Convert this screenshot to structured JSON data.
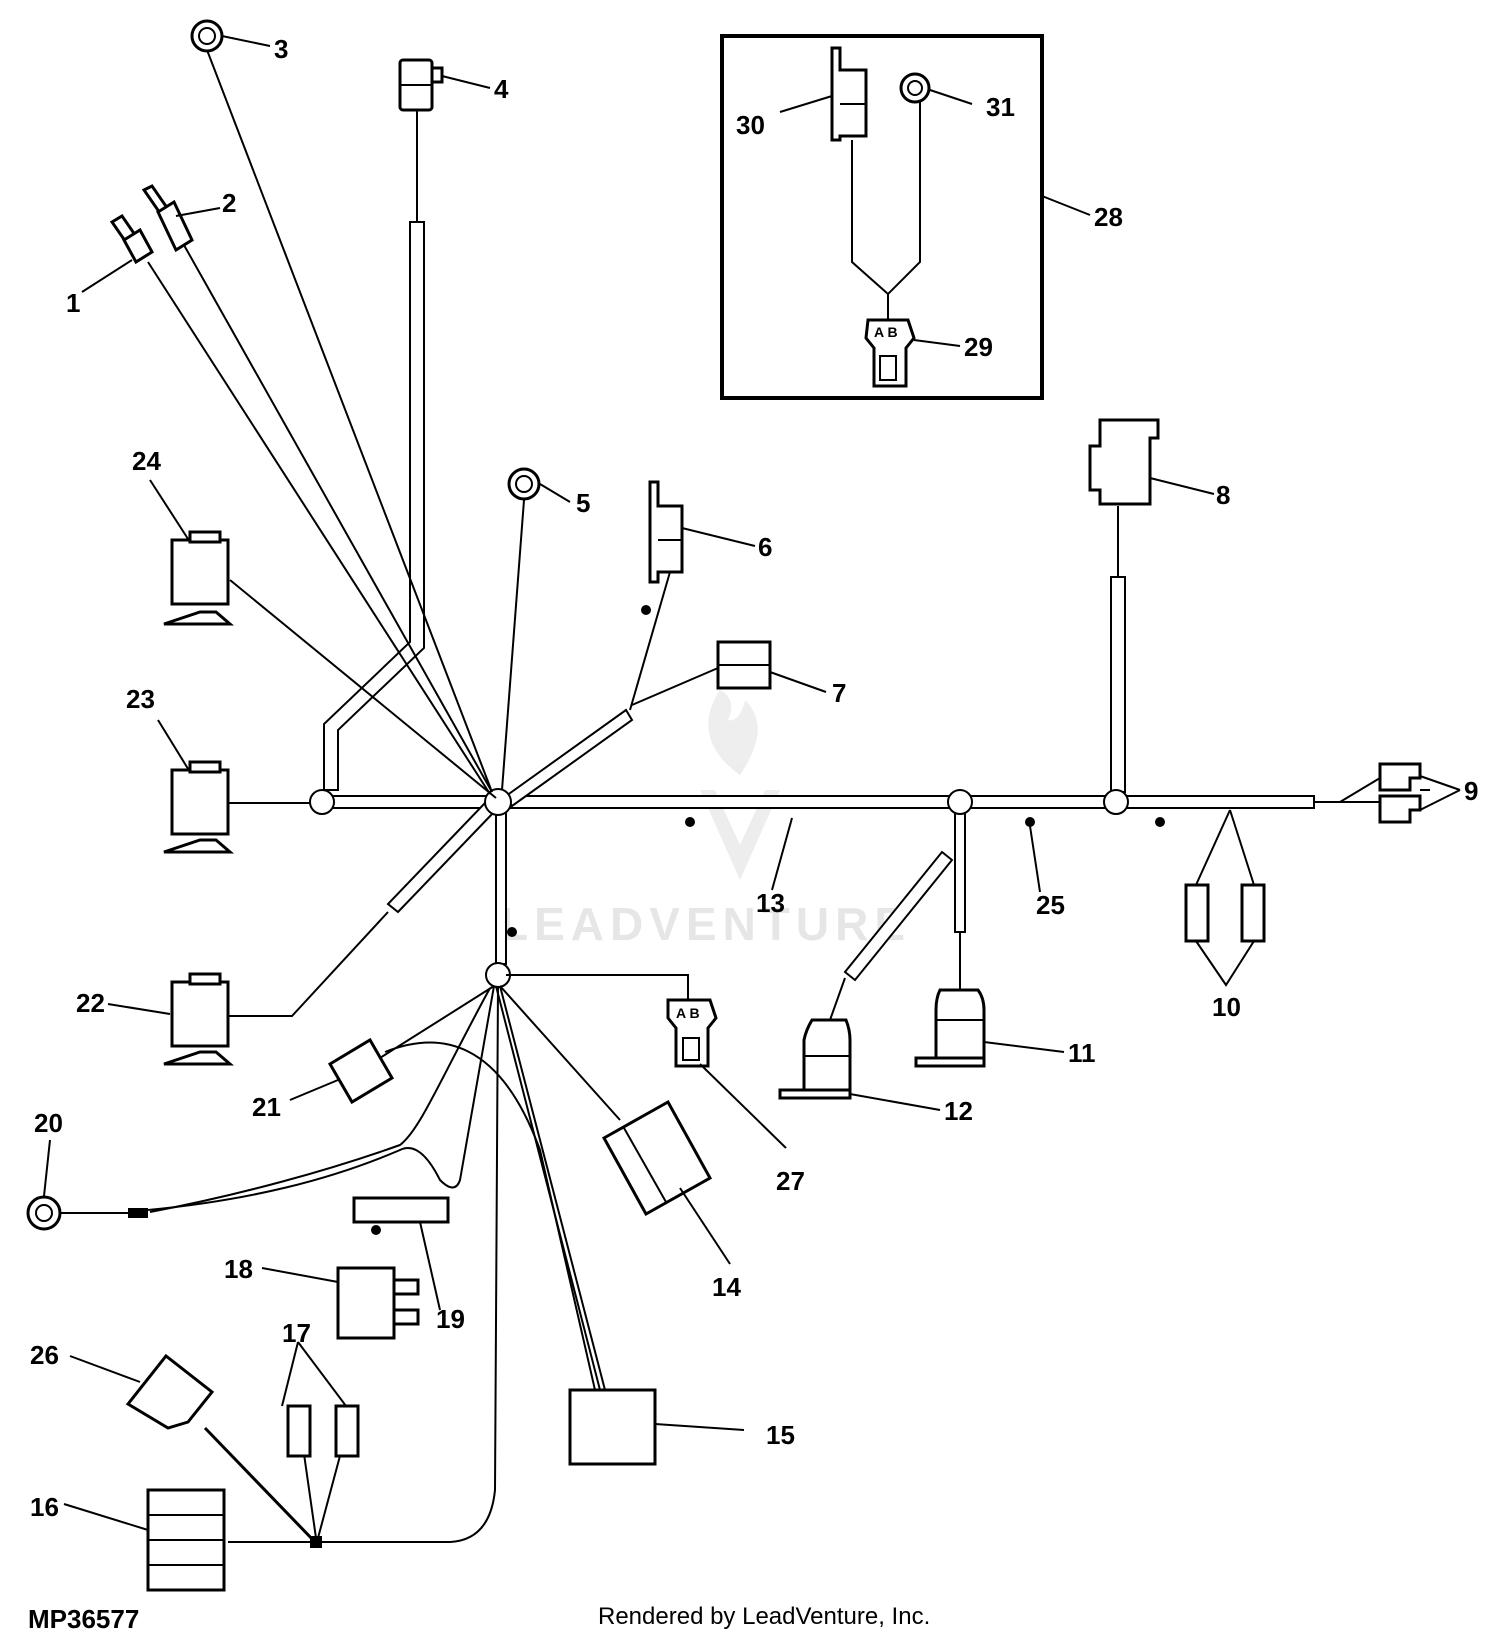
{
  "diagram": {
    "drawing_code": "MP36577",
    "credit": "Rendered by LeadVenture, Inc.",
    "watermark": "LEADVENTURE",
    "connector_letters": "A B",
    "callouts": [
      "1",
      "2",
      "3",
      "4",
      "5",
      "6",
      "7",
      "8",
      "9",
      "10",
      "11",
      "12",
      "13",
      "14",
      "15",
      "16",
      "17",
      "18",
      "19",
      "20",
      "21",
      "22",
      "23",
      "24",
      "25",
      "26",
      "27",
      "28",
      "29",
      "30",
      "31"
    ]
  }
}
